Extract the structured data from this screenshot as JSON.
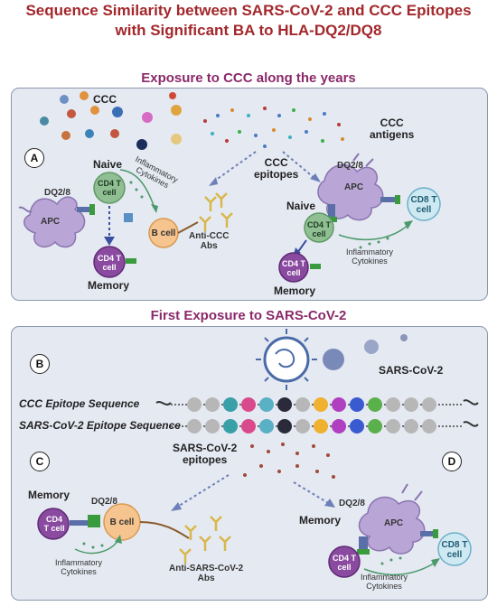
{
  "title": {
    "line1": "Sequence Similarity between SARS-CoV-2 and CCC Epitopes",
    "line2": "with Significant BA to HLA-DQ2/DQ8"
  },
  "panel_a": {
    "heading": "Exposure to CCC along the years",
    "marker": "A",
    "ccc": "CCC",
    "ccc_antigens": "CCC\nantigens",
    "ccc_epitopes": "CCC\nepitopes",
    "naive_left": "Naive",
    "naive_right": "Naive",
    "cd4_naive": "CD4 T\ncell",
    "cd4_naive_right": "CD4 T\ncell",
    "inflammatory_left": "Inflammatory\nCytokines",
    "inflammatory_right": "Inflammatory\nCytokines",
    "dq_left": "DQ2/8",
    "dq_right": "DQ2/8",
    "apc_left": "APC",
    "apc_right": "APC",
    "b_cell": "B cell",
    "anti_ccc": "Anti-CCC\nAbs",
    "cd4_mem_left": "CD4 T\ncell",
    "cd4_mem_right": "CD4 T\ncell",
    "memory_left": "Memory",
    "memory_right": "Memory",
    "cd8": "CD8 T\ncell"
  },
  "panel_b": {
    "heading": "First Exposure to SARS-CoV-2",
    "marker_b": "B",
    "marker_c": "C",
    "marker_d": "D",
    "sars": "SARS-CoV-2",
    "seq_ccc": "CCC Epitope Sequence",
    "seq_sars": "SARS-CoV-2 Epitope Sequence",
    "sars_epitopes": "SARS-CoV-2\nepitopes",
    "memory_left": "Memory",
    "memory_right": "Memory",
    "cd4_left": "CD4\nT cell",
    "cd4_right": "CD4 T\ncell",
    "dq_left": "DQ2/8",
    "dq_right": "DQ2/8",
    "b_cell": "B cell",
    "apc": "APC",
    "cd8": "CD8 T\ncell",
    "inflammatory_left": "Inflammatory\nCytokines",
    "inflammatory_right": "Inflammatory\nCytokines",
    "anti_sars": "Anti-SARS-CoV-2\nAbs"
  },
  "colors": {
    "title": "#a3282c",
    "section": "#8a2a6a",
    "panel_bg": "#e5e9f2",
    "apc": "#b9a6d6",
    "cd4_naive": "#8fbf93",
    "cd4_memory": "#8a4aa0",
    "b_cell": "#f6c48e",
    "cd8": "#cfe9f2"
  }
}
